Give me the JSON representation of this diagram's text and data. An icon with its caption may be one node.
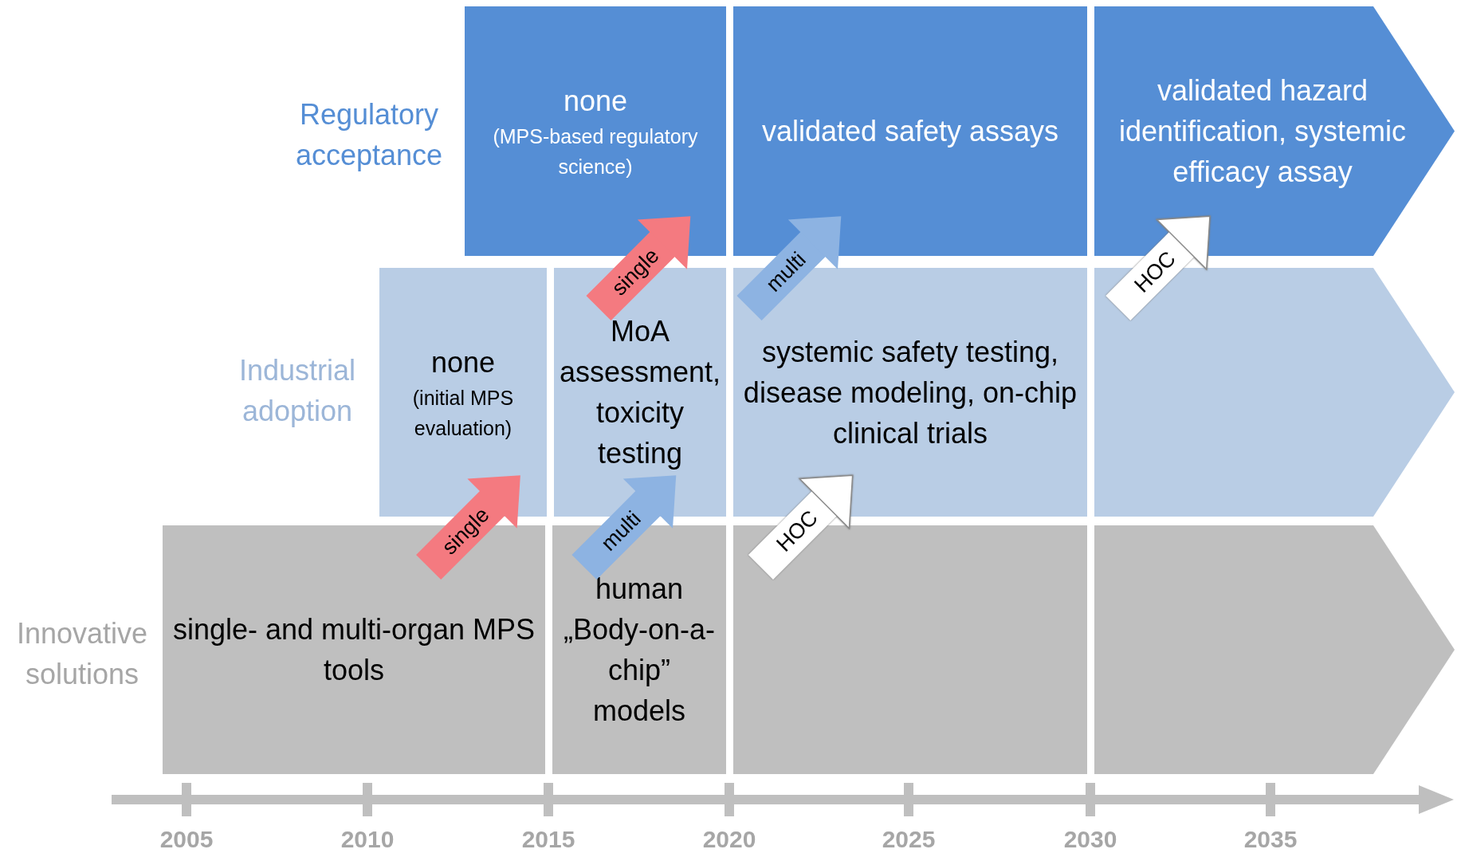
{
  "diagram": {
    "nodes": [
      {
        "text": [
          "none",
          "(MPS-based regulatory science)"
        ]
      },
      {
        "text": [
          "validated safety assays"
        ]
      },
      {
        "text": [
          "validated hazard identification, systemic efficacy assay"
        ]
      },
      {
        "text": [
          "none",
          "(initial MPS evaluation)"
        ]
      },
      {
        "text": [
          "MoA assessment, toxicity testing"
        ]
      },
      {
        "text": [
          "systemic safety testing, disease modeling, on-chip clinical trials"
        ]
      },
      {
        "text": [],
        "shape": "box"
      },
      {
        "text": [
          "single- and multi-organ MPS tools"
        ]
      },
      {
        "text": [
          "human „Body-on-a-chip” models"
        ]
      },
      {
        "text": [],
        "shape": "box"
      },
      {
        "text": [],
        "shape": "box"
      }
    ],
    "edges": [
      {
        "from": 4,
        "to": 0,
        "arrow": "to",
        "label": "single",
        "color": "#f47a80"
      },
      {
        "from": 5,
        "to": 1,
        "arrow": "to",
        "label": "multi",
        "color": "#8db3e2"
      },
      {
        "from": 6,
        "to": 2,
        "arrow": "to",
        "label": "HOC",
        "color": "#ffffff"
      },
      {
        "from": 7,
        "to": 3,
        "arrow": "to",
        "label": "single",
        "color": "#f47a80"
      },
      {
        "from": 8,
        "to": 4,
        "arrow": "to",
        "label": "multi",
        "color": "#8db3e2"
      },
      {
        "from": 9,
        "to": 5,
        "arrow": "to",
        "label": "HOC",
        "color": "#ffffff"
      }
    ],
    "labels": [
      "Regulatory acceptance",
      "Industrial adoption",
      "Innovative solutions",
      "2005",
      "2010",
      "2015",
      "2020",
      "2025",
      "2030",
      "2035"
    ]
  }
}
